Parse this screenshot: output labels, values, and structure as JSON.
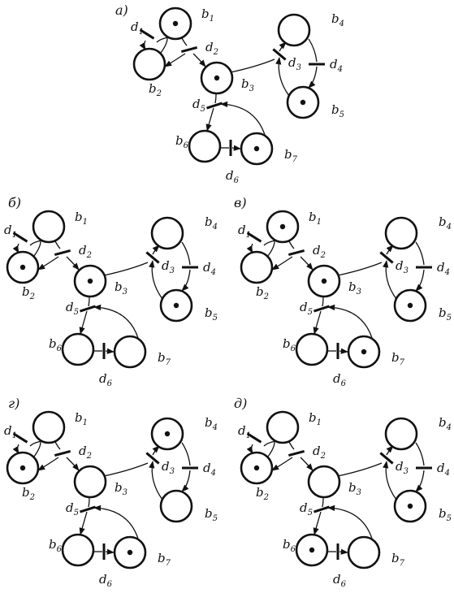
{
  "captions": {
    "a": "а)",
    "b": "б)",
    "v": "в)",
    "g": "г)",
    "d": "д)"
  },
  "labels": {
    "b1": {
      "base": "b",
      "sub": "1"
    },
    "b2": {
      "base": "b",
      "sub": "2"
    },
    "b3": {
      "base": "b",
      "sub": "3"
    },
    "b4": {
      "base": "b",
      "sub": "4"
    },
    "b5": {
      "base": "b",
      "sub": "5"
    },
    "b6": {
      "base": "b",
      "sub": "6"
    },
    "b7": {
      "base": "b",
      "sub": "7"
    },
    "d1": {
      "base": "d",
      "sub": "1"
    },
    "d2": {
      "base": "d",
      "sub": "2"
    },
    "d3": {
      "base": "d",
      "sub": "3"
    },
    "d4": {
      "base": "d",
      "sub": "4"
    },
    "d5": {
      "base": "d",
      "sub": "5"
    },
    "d6": {
      "base": "d",
      "sub": "6"
    }
  },
  "markings": {
    "a": [
      "b1",
      "b3",
      "b5",
      "b7"
    ],
    "b": [
      "b2",
      "b3",
      "b5"
    ],
    "v": [
      "b1",
      "b3",
      "b5",
      "b7"
    ],
    "g": [
      "b2",
      "b4",
      "b7"
    ],
    "d": [
      "b2",
      "b5",
      "b6"
    ]
  }
}
